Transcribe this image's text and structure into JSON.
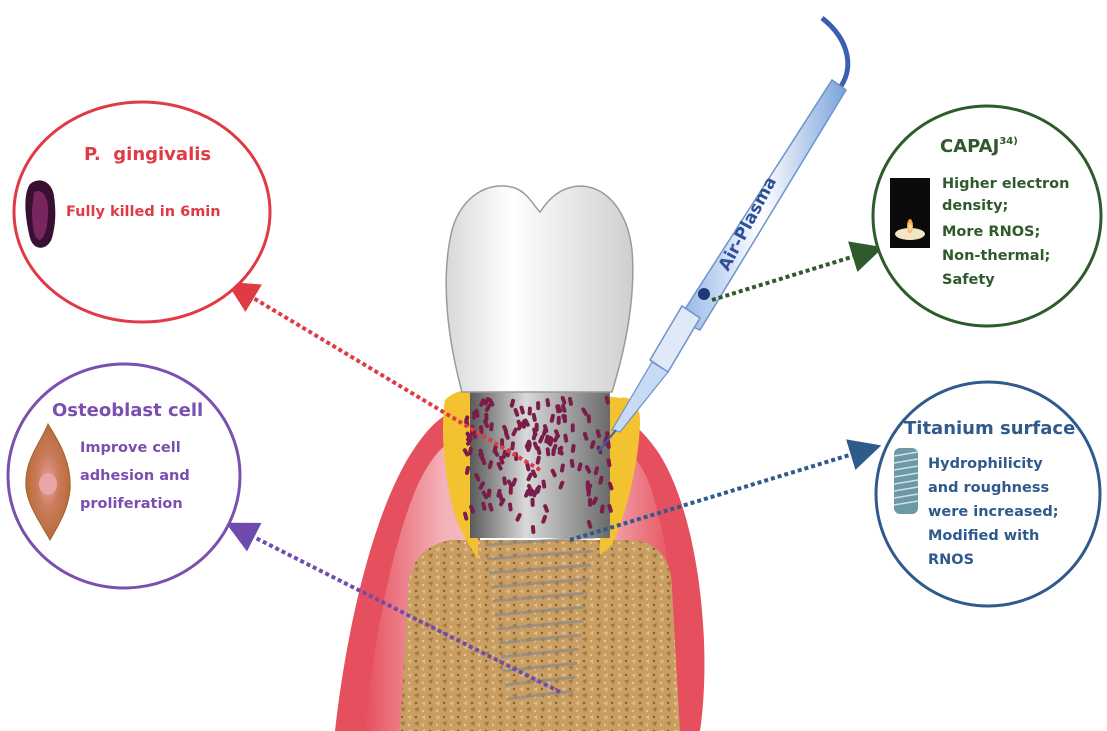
{
  "colors": {
    "red": "#e03a45",
    "green": "#2f5a2b",
    "purple": "#7a4fb0",
    "blue": "#2f5a8c",
    "gum": "#e8606a",
    "bone": "#c9a06a",
    "tooth": "#ffffff",
    "plaque": "#f2c230",
    "bacteria": "#7a1d4a"
  },
  "instrument": {
    "label": "Air-Plasma"
  },
  "pgingivalis": {
    "title": "P.  gingivalis",
    "body": "Fully killed in 6min",
    "icon": "bacterium-icon"
  },
  "capaj": {
    "title": "CAPAJ",
    "superscript": "34)",
    "lines": [
      "Higher electron",
      "density;",
      "More RNOS;",
      "Non-thermal;",
      "Safety"
    ],
    "icon": "candle-flame-icon"
  },
  "osteoblast": {
    "title": "Osteoblast cell",
    "lines": [
      "Improve cell",
      "adhesion and",
      "proliferation"
    ],
    "icon": "osteoblast-cell-icon"
  },
  "titanium": {
    "title": "Titanium surface",
    "lines": [
      "Hydrophilicity",
      "and roughness",
      "were increased;",
      "Modified with",
      "RNOS"
    ],
    "icon": "dental-implant-icon"
  }
}
